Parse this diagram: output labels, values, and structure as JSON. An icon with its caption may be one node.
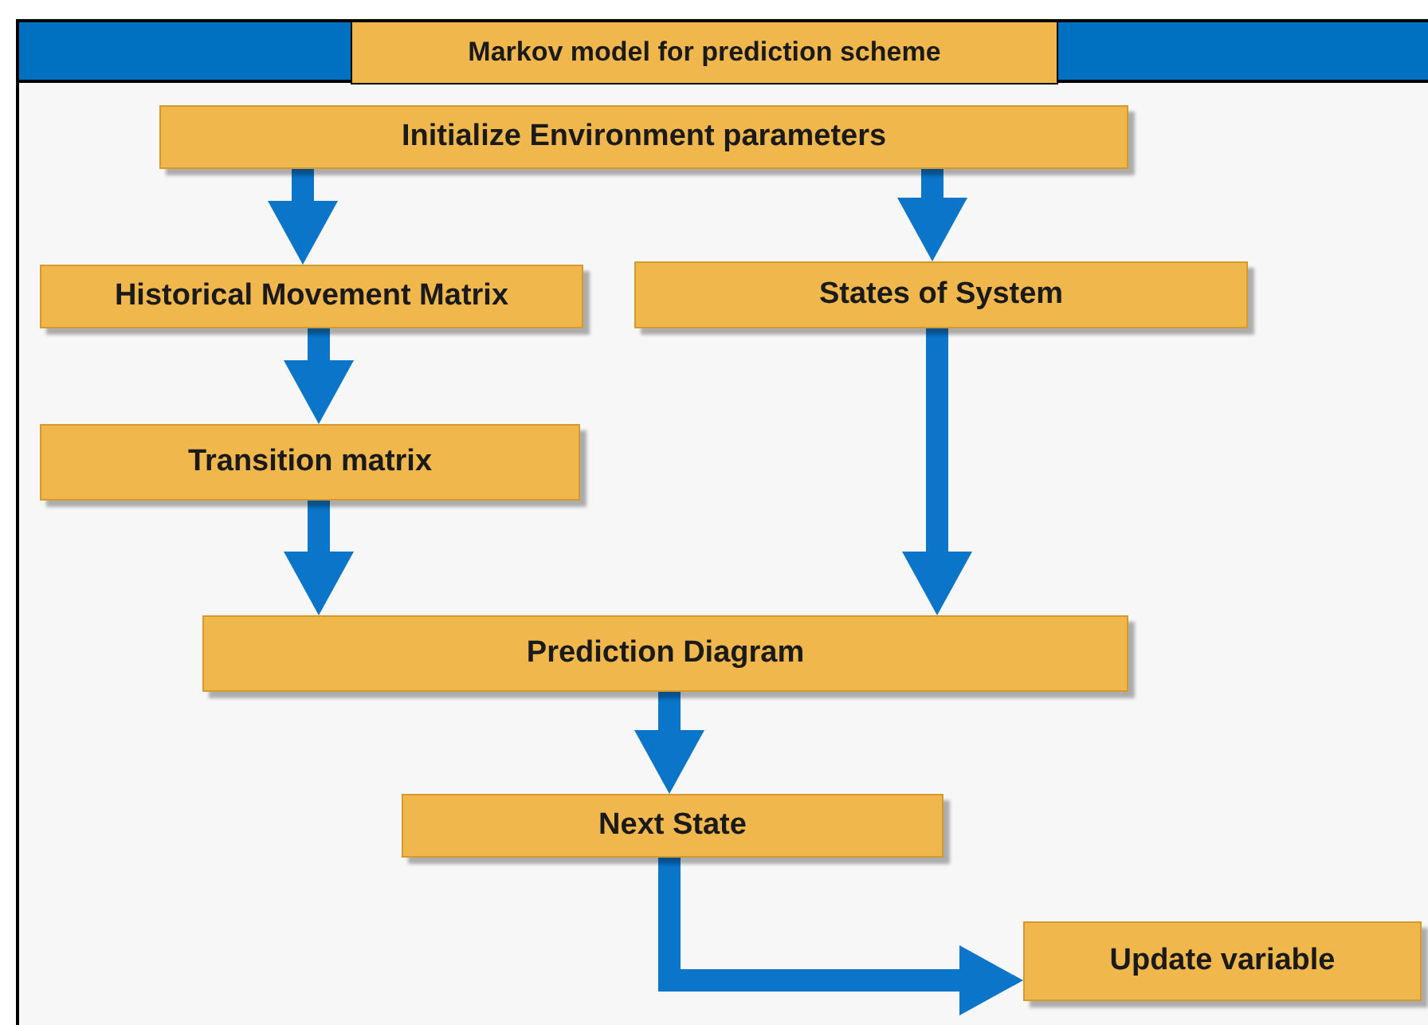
{
  "diagram": {
    "title": "Markov model for prediction scheme",
    "nodes": [
      {
        "text": [
          "Initialize Environment parameters"
        ]
      },
      {
        "text": [
          "Historical Movement Matrix"
        ]
      },
      {
        "text": [
          "States of System"
        ]
      },
      {
        "text": [
          "Transition matrix"
        ]
      },
      {
        "text": [
          "Prediction Diagram"
        ]
      },
      {
        "text": [
          "Next State"
        ]
      },
      {
        "text": [
          "Update variable"
        ]
      }
    ],
    "edges": [
      {
        "from": 0,
        "to": 1,
        "arrow": "to"
      },
      {
        "from": 0,
        "to": 2,
        "arrow": "to"
      },
      {
        "from": 1,
        "to": 3,
        "arrow": "to"
      },
      {
        "from": 3,
        "to": 4,
        "arrow": "to"
      },
      {
        "from": 2,
        "to": 4,
        "arrow": "to"
      },
      {
        "from": 4,
        "to": 5,
        "arrow": "to"
      },
      {
        "from": 5,
        "to": 6,
        "arrow": "to"
      }
    ]
  }
}
